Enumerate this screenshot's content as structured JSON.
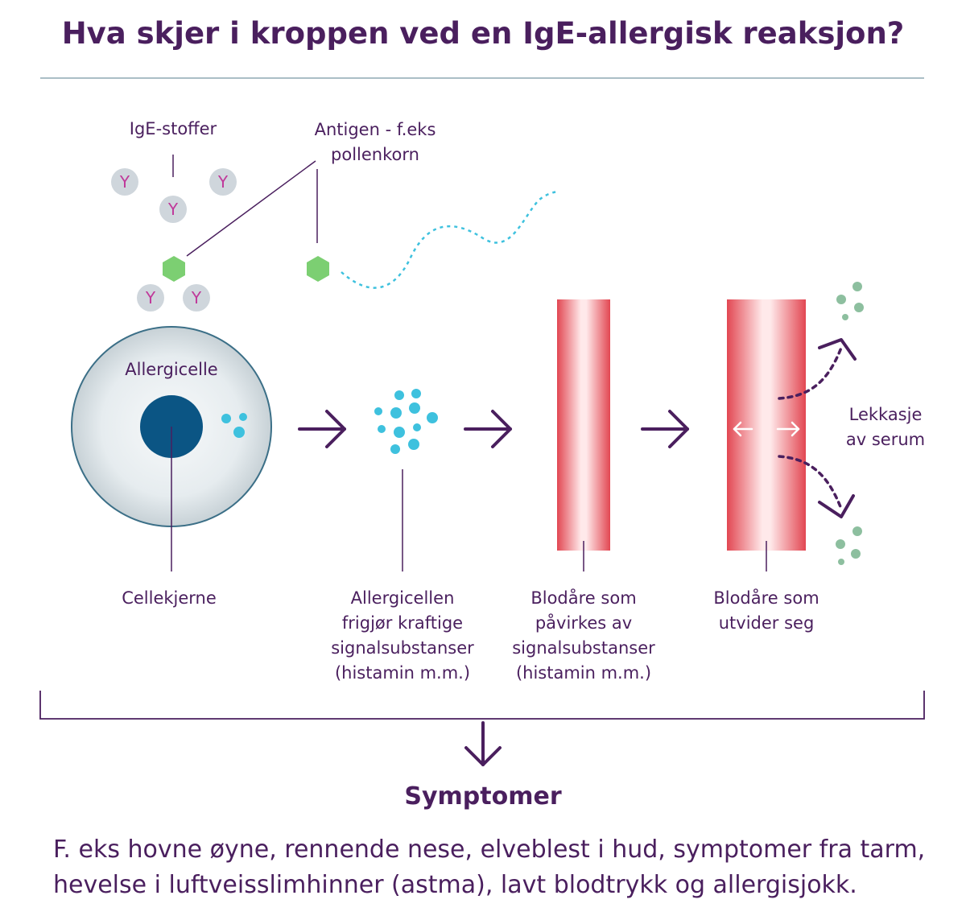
{
  "title": "Hva skjer i kroppen ved en IgE-allergisk reaksjon?",
  "labels": {
    "ige": "IgE-stoffer",
    "antigen": [
      "Antigen - f.eks",
      "pollenkorn"
    ],
    "allergicelle": "Allergicelle",
    "antibody_glyph": "Y",
    "cellekjerne": "Cellekjerne",
    "signal": [
      "Allergicellen",
      "frigjør kraftige",
      "signalsubstanser",
      "(histamin m.m.)"
    ],
    "vessel_affected": [
      "Blodåre som",
      "påvirkes av",
      "signalsubstanser",
      "(histamin m.m.)"
    ],
    "vessel_dilating": [
      "Blodåre som",
      "utvider seg"
    ],
    "leak": [
      "Lekkasje",
      "av serum"
    ]
  },
  "symptoms": {
    "title": "Symptomer",
    "text": "F. eks hovne øyne, rennende nese, elveblest i hud, symptomer fra tarm, hevelse i luftveisslimhinner (astma), lavt blodtrykk og allergisjokk."
  },
  "colors": {
    "purple": "#4a1f5e",
    "cyan": "#3ec1de",
    "green": "#7ccf72",
    "sage": "#8dbf9f",
    "antibody_bg": "#cfd6dc",
    "nucleus": "#0b5584",
    "vessel_red": "#e54a55"
  },
  "icons": [
    "antibody-y-icon",
    "antigen-hexagon-icon",
    "arrow-right-icon",
    "arrow-down-icon",
    "double-arrow-icon"
  ]
}
